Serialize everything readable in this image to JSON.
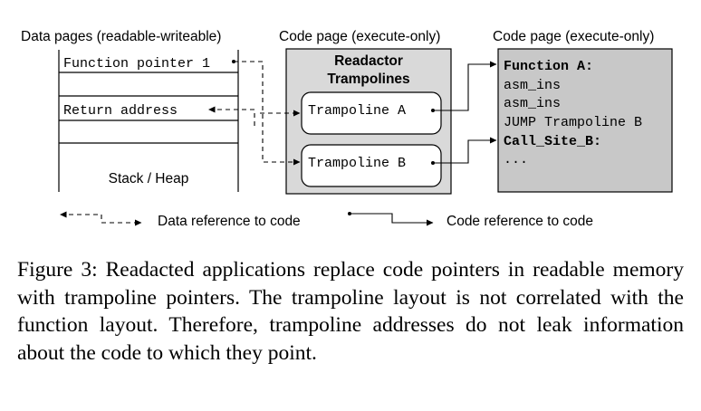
{
  "headers": {
    "data_pages": "Data pages (readable-writeable)",
    "code_page_1": "Code page (execute-only)",
    "code_page_2": "Code page (execute-only)"
  },
  "stack": {
    "row1": "Function pointer 1",
    "row3": "Return address",
    "bottom_label": "Stack / Heap"
  },
  "trampolines": {
    "title_line1": "Readactor",
    "title_line2": "Trampolines",
    "a": "Trampoline A",
    "b": "Trampoline B"
  },
  "code": {
    "line1": "Function A:",
    "line2": "asm_ins",
    "line3": "asm_ins",
    "line4": "JUMP Trampoline B",
    "line5": "Call_Site_B:",
    "line6": "..."
  },
  "legend": {
    "data_ref": "Data reference to code",
    "code_ref": "Code reference to code"
  },
  "caption": "Figure 3: Readacted applications replace code pointers in readable memory with trampoline pointers. The trampoline layout is not correlated with the function layout. Therefore, trampoline addresses do not leak information about the code to which they point.",
  "colors": {
    "tramp_page_fill": "#d9d9d9",
    "code_page_fill": "#c8c8c8",
    "line": "#000000"
  }
}
